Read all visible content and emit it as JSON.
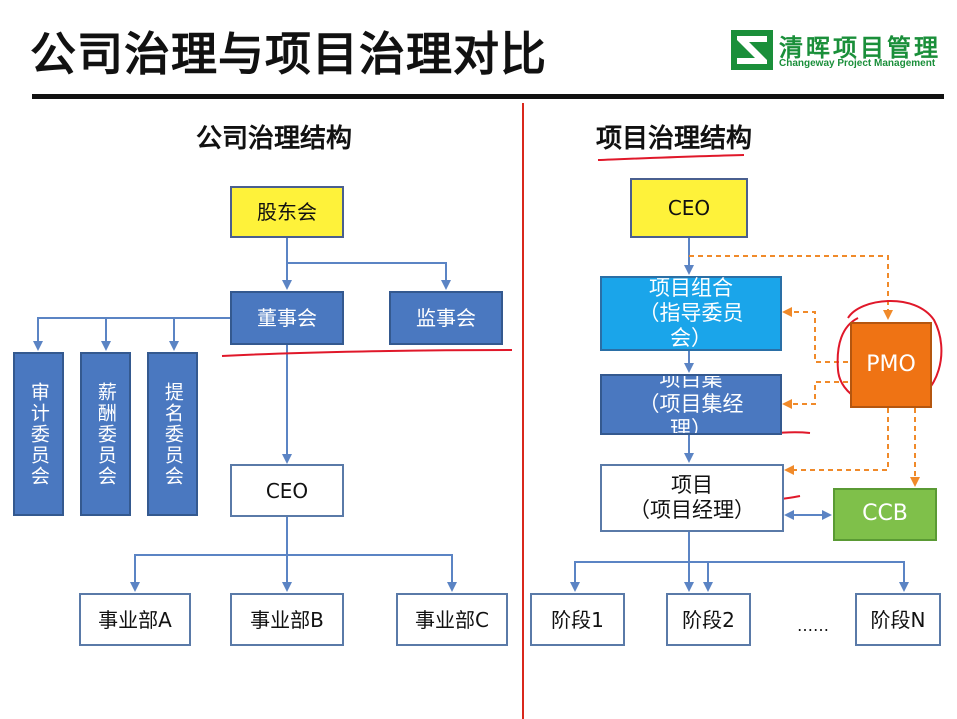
{
  "title": "公司治理与项目治理对比",
  "logo": {
    "name_cn": "清晖项目管理",
    "name_en": "Changeway Project Management",
    "brand_color": "#1a8f3a"
  },
  "corporate": {
    "heading": "公司治理结构",
    "shareholders": "股东会",
    "board": "董事会",
    "supervisory": "监事会",
    "committees": [
      "审计委员会",
      "薪酬委员会",
      "提名委员会"
    ],
    "ceo": "CEO",
    "divisions": [
      "事业部A",
      "事业部B",
      "事业部C"
    ]
  },
  "project": {
    "heading": "项目治理结构",
    "ceo": "CEO",
    "portfolio": "项目组合\n（指导委员\n会）",
    "program": "项目集\n（项目集经\n理）",
    "project": "项目\n（项目经理）",
    "pmo": "PMO",
    "ccb": "CCB",
    "phases": [
      "阶段1",
      "阶段2",
      "阶段N"
    ],
    "ellipsis": "……"
  },
  "colors": {
    "connector": "#5b84c4",
    "dashed_connector": "#f08a2a",
    "annotation": "#e0182a",
    "divider": "#d9281c"
  }
}
